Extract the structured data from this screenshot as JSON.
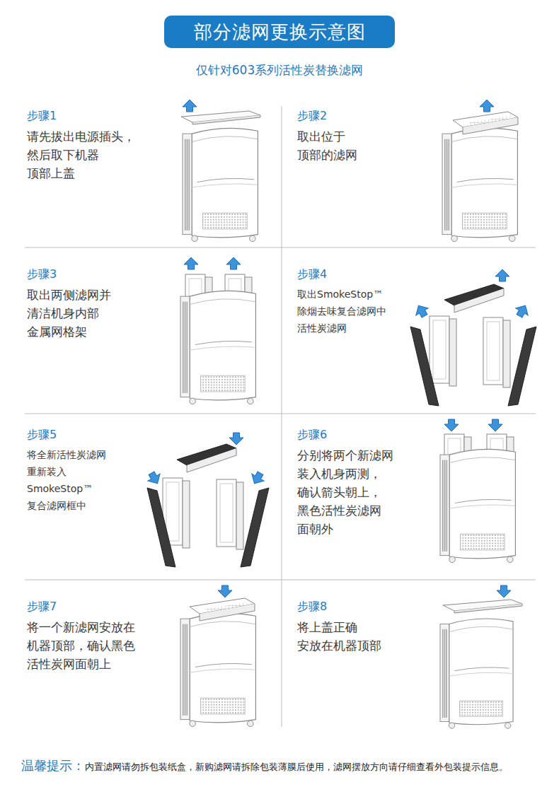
{
  "diagram": {
    "title": "部分滤网更换示意图",
    "nodes": [
      {
        "text": [
          "步骤1",
          "请先拔出电源插头， 然后取下机器 顶部上盖"
        ]
      },
      {
        "text": [
          "步骤2",
          "取出位于 顶部的滤网"
        ]
      },
      {
        "text": [
          "步骤3",
          "取出两侧滤网并 清洁机身内部 金属网格架"
        ]
      },
      {
        "text": [
          "步骤4",
          "取出SmokeStop™ 除烟去味复合滤网中 活性炭滤网"
        ]
      },
      {
        "text": [
          "步骤5",
          "将全新活性炭滤网 重新装入 SmokeStop™ 复合滤网框中"
        ]
      },
      {
        "text": [
          "步骤6",
          "分别将两个新滤网 装入机身两测， 确认箭头朝上， 黑色活性炭滤网 面朝外"
        ]
      },
      {
        "text": [
          "步骤7",
          "将一个新滤网安放在 机器顶部，确认黑色 活性炭网面朝上"
        ]
      },
      {
        "text": [
          "步骤8",
          "将上盖正确 安放在机器顶部"
        ]
      }
    ],
    "labels": [
      "仅针对603系列活性炭替换滤网",
      "温馨提示：",
      "内置滤网请勿拆包装纸盒，新购滤网请拆除包装薄膜后使用，滤网摆放方向请仔细查看外包装提示信息。"
    ]
  }
}
